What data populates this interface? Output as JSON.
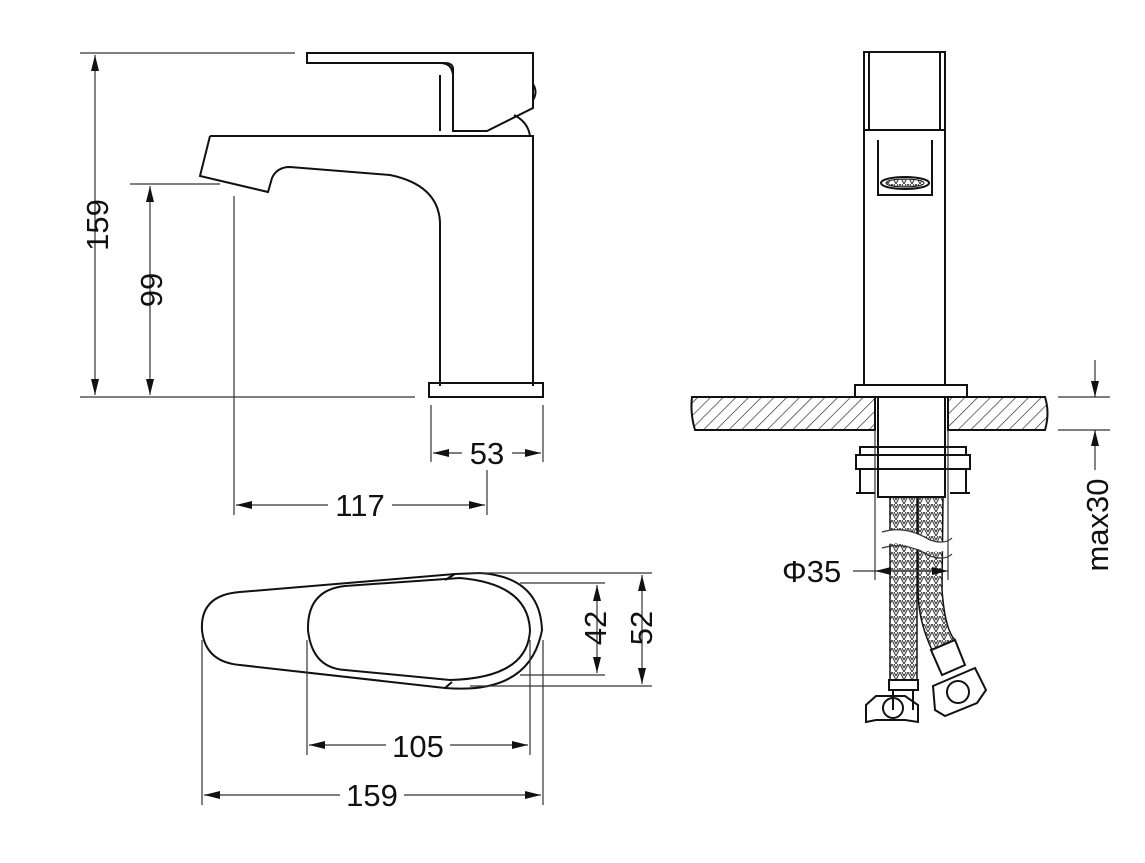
{
  "drawing": {
    "side_view": {
      "total_height": "159",
      "spout_height": "99",
      "base_width": "53",
      "spout_reach": "117"
    },
    "top_view": {
      "handle_width": "42",
      "body_width": "52",
      "handle_length": "105",
      "total_length": "159"
    },
    "front_view": {
      "hole_diameter": "Φ35",
      "counter_thickness": "max30"
    }
  }
}
